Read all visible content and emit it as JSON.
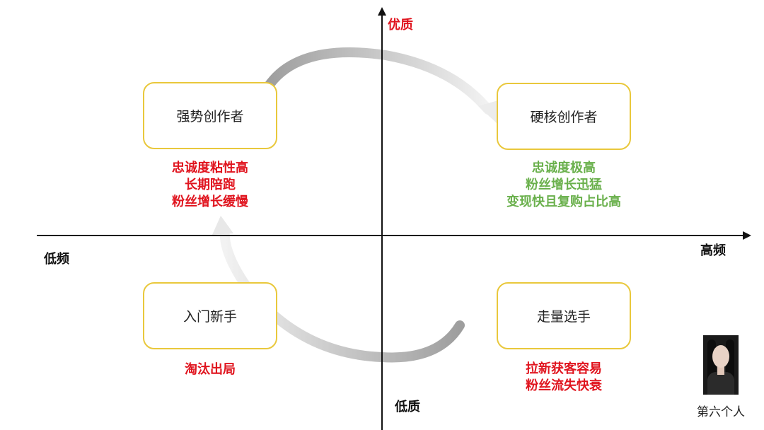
{
  "axes": {
    "top": "优质",
    "bottom": "低质",
    "left": "低频",
    "right": "高频"
  },
  "quadrants": {
    "top_left": {
      "label": "强势创作者",
      "traits": [
        "忠诚度粘性高",
        "长期陪跑",
        "粉丝增长缓慢"
      ],
      "color": "#e0141e"
    },
    "top_right": {
      "label": "硬核创作者",
      "traits": [
        "忠诚度极高",
        "粉丝增长迅猛",
        "变现快且复购占比高"
      ],
      "color": "#6ab04c"
    },
    "bottom_left": {
      "label": "入门新手",
      "traits": [
        "淘汰出局"
      ],
      "color": "#e0141e"
    },
    "bottom_right": {
      "label": "走量选手",
      "traits": [
        "拉新获客容易",
        "粉丝流失快衰"
      ],
      "color": "#e0141e"
    }
  },
  "brand": {
    "name": "第六个人"
  },
  "colors": {
    "box_border": "#e9c83c",
    "axis": "#111111",
    "cycle_arrow": "#c8c8c8"
  }
}
